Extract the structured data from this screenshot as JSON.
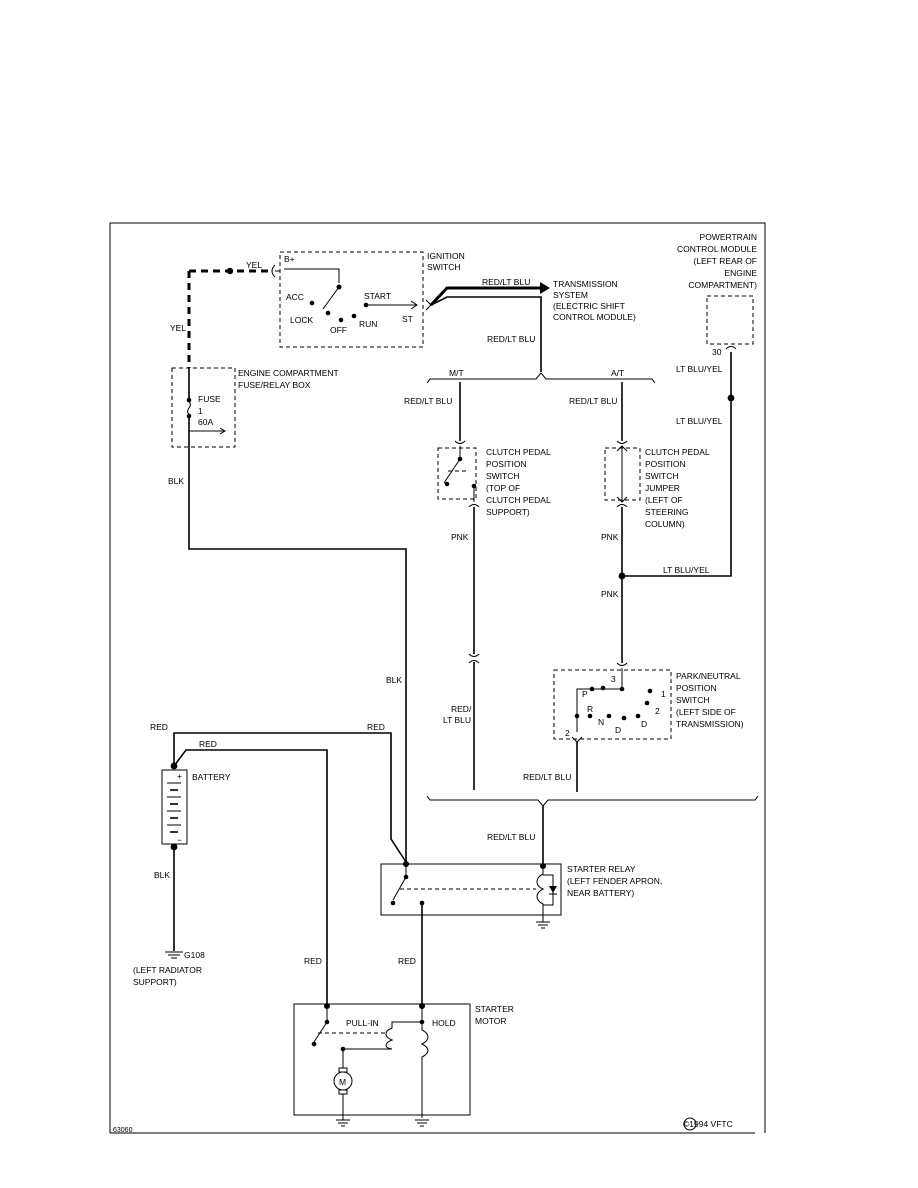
{
  "ignition_switch": {
    "label_1": "IGNITION",
    "label_2": "SWITCH",
    "b_plus": "B+",
    "acc": "ACC",
    "lock": "LOCK",
    "off": "OFF",
    "run": "RUN",
    "start": "START",
    "st": "ST"
  },
  "wires": {
    "yel_top": "YEL",
    "yel_side": "YEL",
    "red_lt_blu_trans": "RED/LT BLU",
    "red_lt_blu_branch": "RED/LT BLU",
    "mt": "M/T",
    "at": "A/T",
    "red_lt_blu_mt": "RED/LT BLU",
    "red_lt_blu_at": "RED/LT BLU",
    "pnk_mt": "PNK",
    "pnk_at": "PNK",
    "pnk_at_2": "PNK",
    "lt_blu_yel_1": "LT BLU/YEL",
    "lt_blu_yel_2": "LT BLU/YEL",
    "lt_blu_yel_3": "LT BLU/YEL",
    "blk_fuse": "BLK",
    "blk_relay": "BLK",
    "red_batt": "RED",
    "red_batt_2": "RED",
    "red_relay": "RED",
    "red_lt_1": "RED/",
    "red_lt_2": "LT BLU",
    "red_lt_blu_pn": "RED/LT BLU",
    "red_lt_blu_relay": "RED/LT BLU",
    "blk_ground": "BLK",
    "red_starter_1": "RED",
    "red_starter_2": "RED"
  },
  "transmission": {
    "line_1": "TRANSMISSION",
    "line_2": "SYSTEM",
    "line_3": "(ELECTRIC SHIFT",
    "line_4": "CONTROL MODULE)"
  },
  "pcm": {
    "line_1": "POWERTRAIN",
    "line_2": "CONTROL MODULE",
    "line_3": "(LEFT REAR OF",
    "line_4": "ENGINE",
    "line_5": "COMPARTMENT)",
    "pin": "30"
  },
  "fuse_box": {
    "line_1": "ENGINE COMPARTMENT",
    "line_2": "FUSE/RELAY BOX",
    "fuse": "FUSE",
    "num": "1",
    "amps": "60A"
  },
  "clutch_switch": {
    "line_1": "CLUTCH PEDAL",
    "line_2": "POSITION",
    "line_3": "SWITCH",
    "line_4": "(TOP OF",
    "line_5": "CLUTCH PEDAL",
    "line_6": "SUPPORT)"
  },
  "clutch_jumper": {
    "line_1": "CLUTCH PEDAL",
    "line_2": "POSITION",
    "line_3": "SWITCH",
    "line_4": "JUMPER",
    "line_5": "(LEFT OF",
    "line_6": "STEERING",
    "line_7": "COLUMN)"
  },
  "park_neutral": {
    "line_1": "PARK/NEUTRAL",
    "line_2": "POSITION",
    "line_3": "SWITCH",
    "line_4": "(LEFT SIDE OF",
    "line_5": "TRANSMISSION)",
    "p": "P",
    "r": "R",
    "n": "N",
    "d_inner": "D",
    "d_outer": "D",
    "pin_1": "1",
    "pin_2": "2",
    "pin_3": "3",
    "pin_2b": "2"
  },
  "battery": {
    "label": "BATTERY",
    "plus": "+",
    "minus": "−"
  },
  "ground": {
    "id": "G108",
    "line_2": "(LEFT RADIATOR",
    "line_3": "SUPPORT)"
  },
  "starter_relay": {
    "line_1": "STARTER RELAY",
    "line_2": "(LEFT FENDER APRON,",
    "line_3": "NEAR BATTERY)"
  },
  "starter_motor": {
    "line_1": "STARTER",
    "line_2": "MOTOR",
    "pull_in": "PULL-IN",
    "hold": "HOLD",
    "m": "M"
  },
  "footer": {
    "code": "63060",
    "copyright": "©1994 VFTC"
  }
}
